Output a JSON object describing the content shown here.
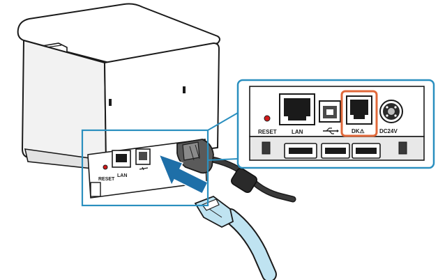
{
  "labels": {
    "reset_main": "RESET",
    "lan_main": "LAN",
    "reset_inset": "RESET",
    "lan_inset": "LAN",
    "dk_inset": "DK⚠",
    "dc_inset": "DC24V"
  },
  "colors": {
    "highlight_frame": "#2a8fbf",
    "dk_highlight": "#e0683a",
    "arrow": "#1e6fa8",
    "cable_blue": "#bfe3f1",
    "reset_button": "#d11b1b",
    "body_shade": "#f2f2f2"
  },
  "icons": {
    "usb_symbol": "usb-icon",
    "warning_symbol": "warning-icon"
  }
}
